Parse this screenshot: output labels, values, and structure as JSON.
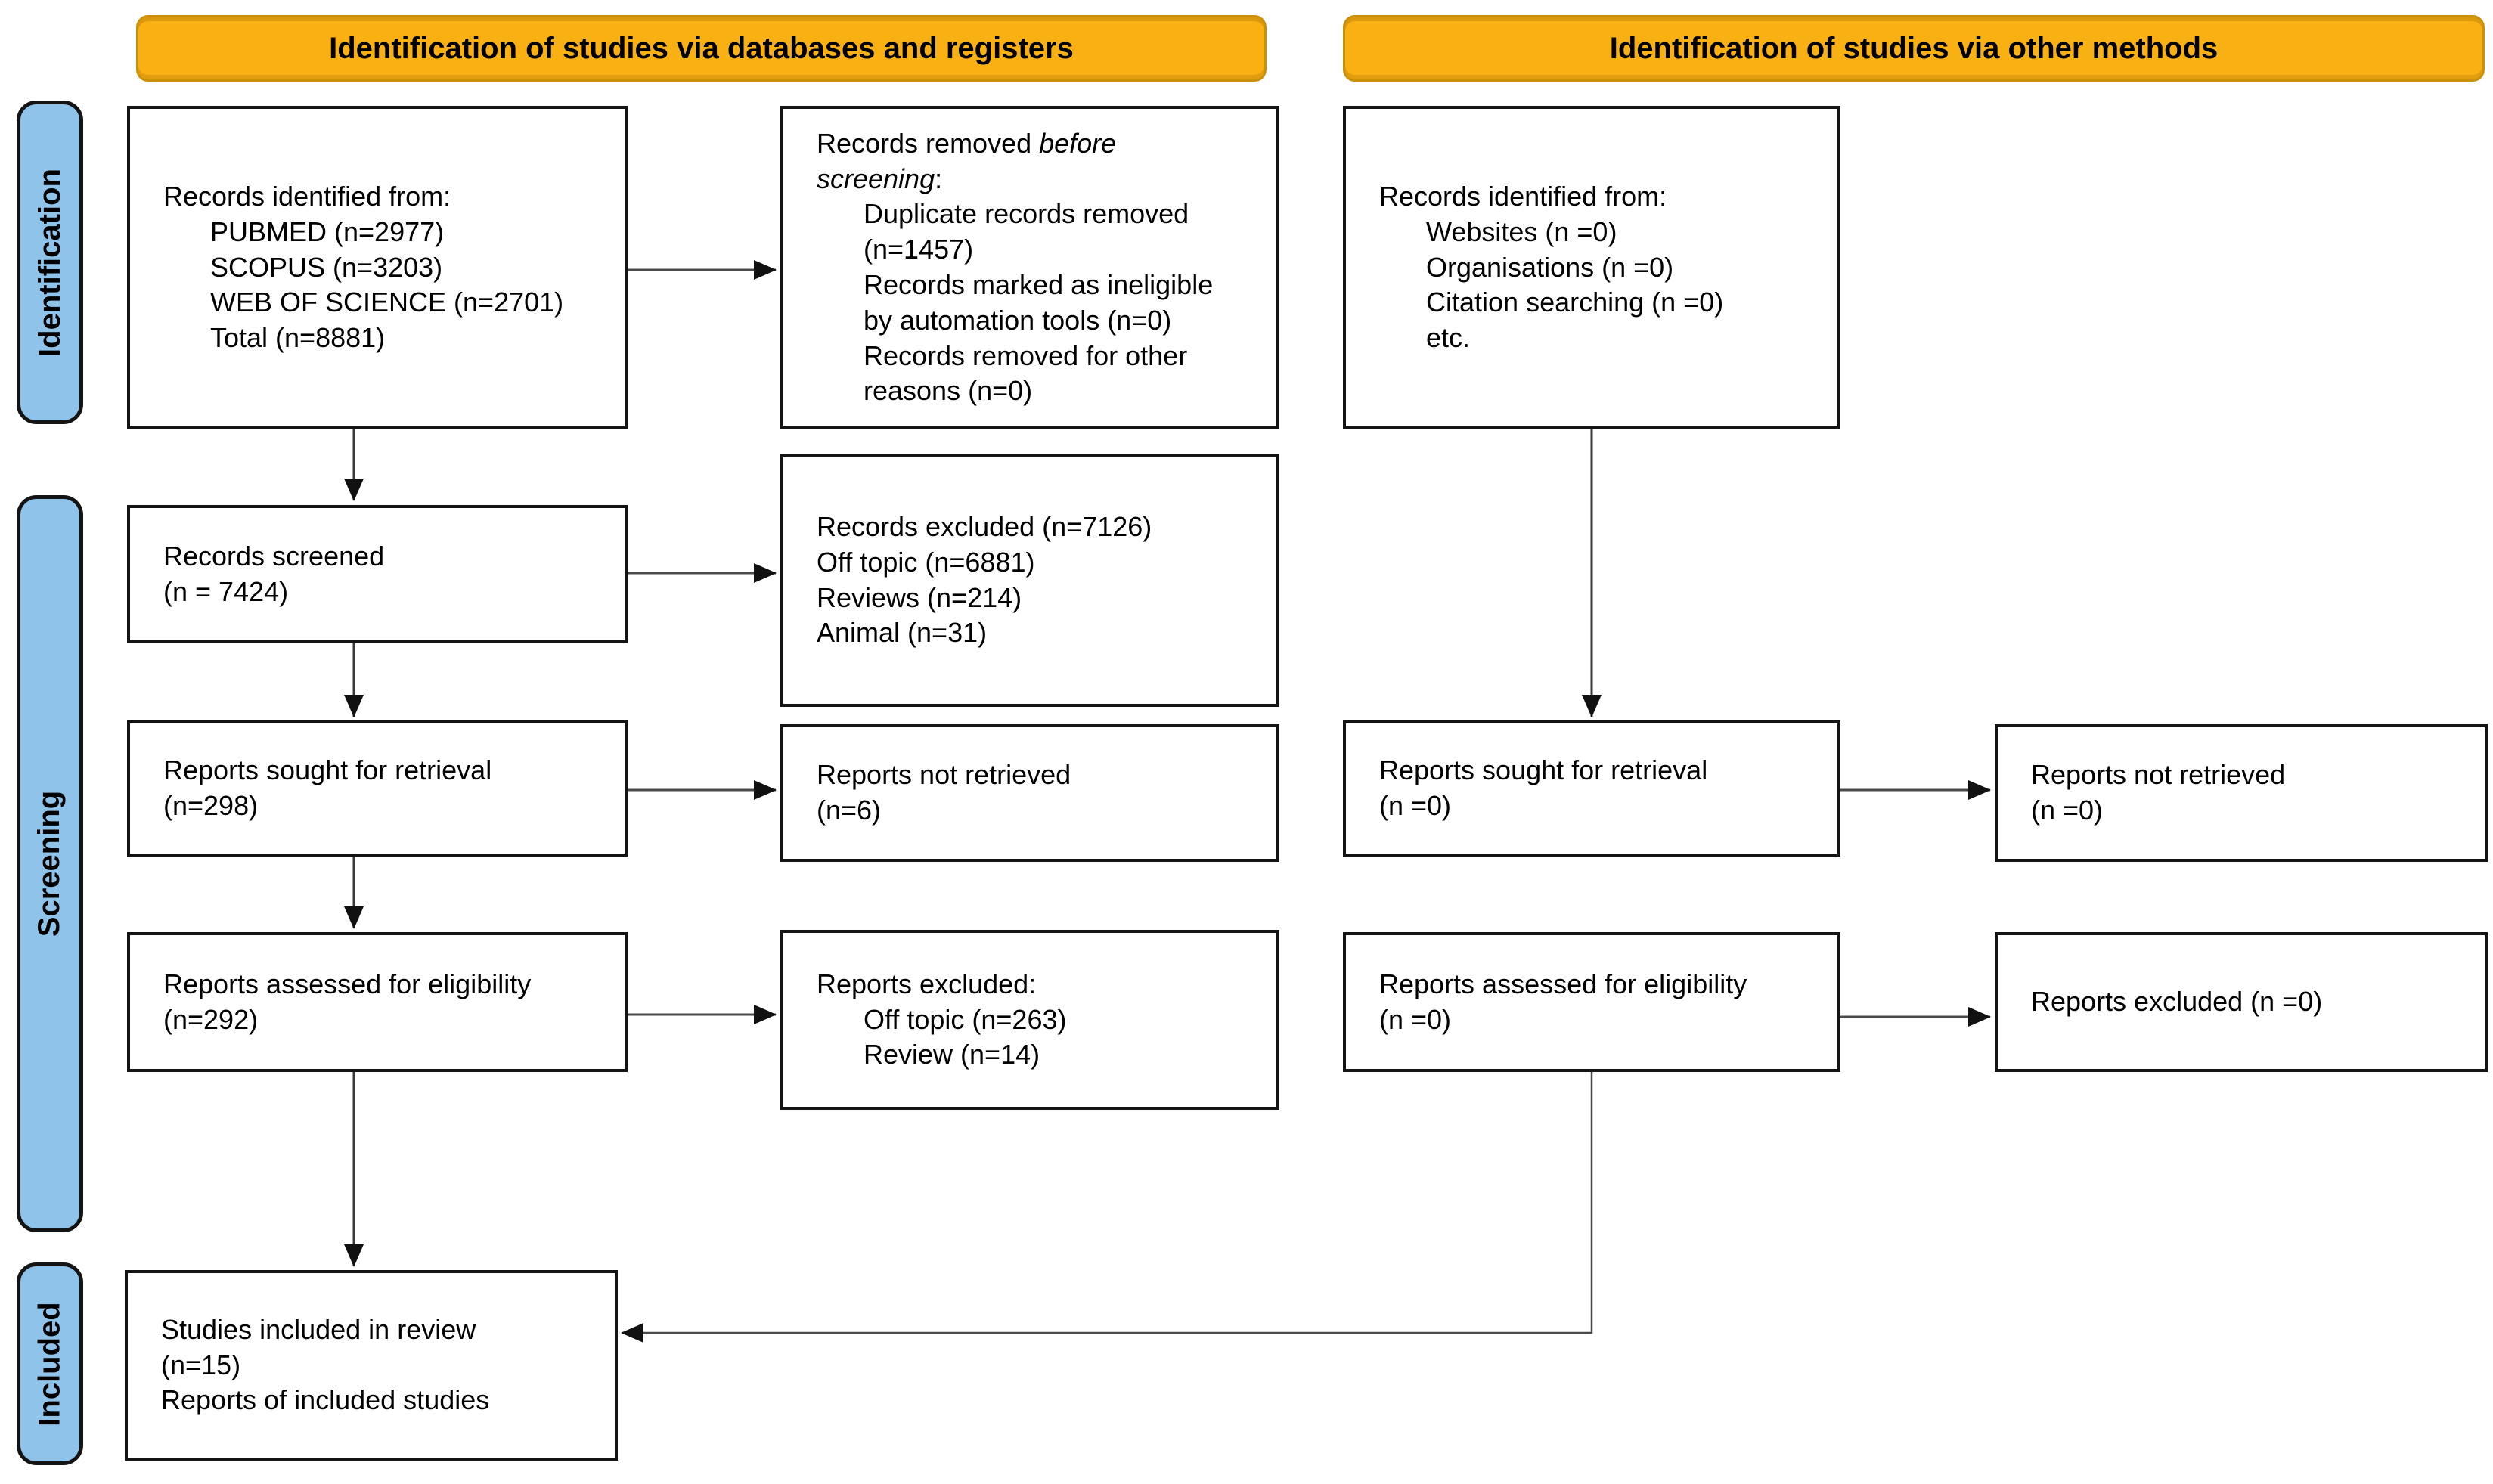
{
  "headers": {
    "databases": "Identification of studies via databases and registers",
    "other": "Identification of studies via other methods"
  },
  "sidebar": {
    "identification": "Identification",
    "screening": "Screening",
    "included": "Included"
  },
  "boxes": {
    "records_identified_db": {
      "title": "Records identified from:",
      "items": [
        "PUBMED (n=2977)",
        "SCOPUS (n=3203)",
        "WEB OF SCIENCE (n=2701)",
        "Total (n=8881)"
      ]
    },
    "records_removed": {
      "title_prefix": "Records removed ",
      "title_italic": "before screening",
      "title_suffix": ":",
      "lines": [
        "Duplicate records removed",
        "(n=1457)",
        "Records marked as ineligible",
        "by automation tools (n=0)",
        "Records removed for other",
        "reasons (n=0)"
      ]
    },
    "records_identified_other": {
      "title": "Records identified from:",
      "items": [
        "Websites (n =0)",
        "Organisations (n =0)",
        "Citation searching (n =0)",
        "etc."
      ]
    },
    "records_screened": {
      "lines": [
        "Records screened",
        "(n = 7424)"
      ]
    },
    "records_excluded": {
      "lines": [
        "Records excluded (n=7126)",
        "Off topic (n=6881)",
        "Reviews (n=214)",
        "Animal (n=31)"
      ]
    },
    "reports_sought_db": {
      "lines": [
        "Reports sought for retrieval",
        "(n=298)"
      ]
    },
    "reports_not_retrieved_db": {
      "lines": [
        "Reports not retrieved",
        "(n=6)"
      ]
    },
    "reports_sought_other": {
      "lines": [
        "Reports sought for retrieval",
        "(n =0)"
      ]
    },
    "reports_not_retrieved_other": {
      "lines": [
        "Reports not retrieved",
        "(n =0)"
      ]
    },
    "reports_assessed_db": {
      "lines": [
        "Reports assessed for eligibility",
        "(n=292)"
      ]
    },
    "reports_excluded_db": {
      "title": "Reports excluded:",
      "items": [
        "Off topic (n=263)",
        "Review (n=14)"
      ]
    },
    "reports_assessed_other": {
      "lines": [
        "Reports assessed for eligibility",
        "(n =0)"
      ]
    },
    "reports_excluded_other": {
      "lines": [
        "Reports excluded (n =0)"
      ]
    },
    "studies_included": {
      "lines": [
        "Studies included in review",
        "(n=15)",
        "Reports of included studies"
      ]
    }
  },
  "colors": {
    "header_fill": "#F9B012",
    "header_border": "#C9900A",
    "sidebar_fill": "#8FC3E9"
  }
}
